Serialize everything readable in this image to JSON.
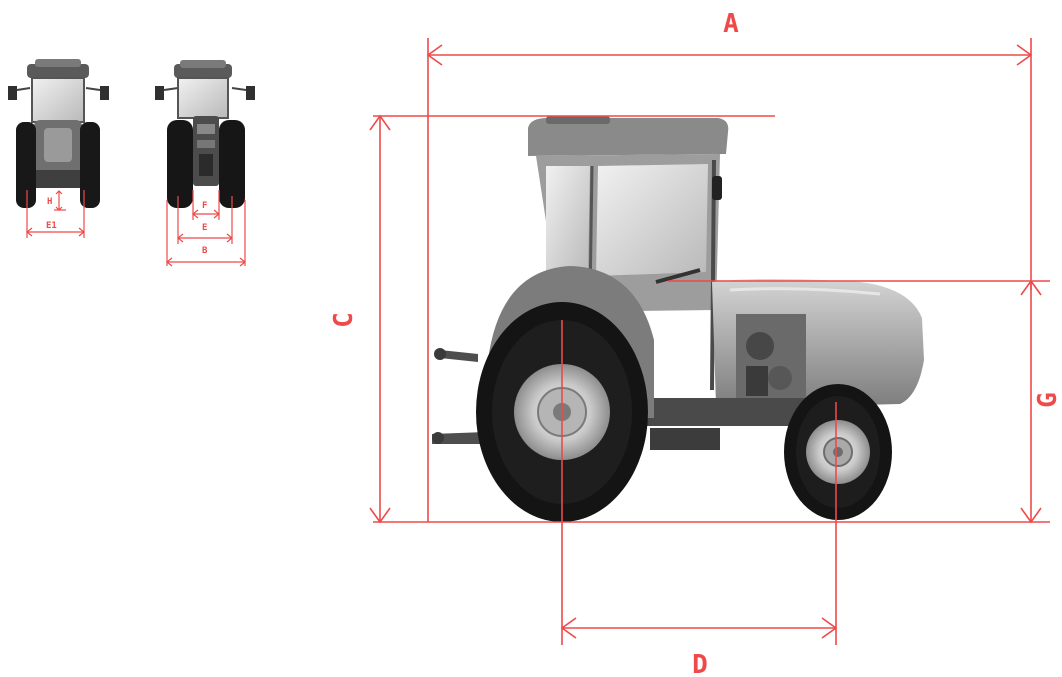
{
  "diagram": {
    "labels": {
      "a": "A",
      "c": "C",
      "d": "D",
      "g": "G",
      "b": "B",
      "e": "E",
      "e1": "E1",
      "f": "F",
      "h": "H"
    },
    "colors": {
      "dimension_line": "#ee4a4a",
      "tire": "#141414",
      "rim": "#cfcfcf",
      "body": "#8c8c8c",
      "cab_glass": "#dadada",
      "hood": "#a8a8a8"
    },
    "icons": {
      "front_view": "tractor-front-view-icon",
      "rear_view": "tractor-rear-view-icon",
      "side_view": "tractor-side-view-icon"
    }
  }
}
